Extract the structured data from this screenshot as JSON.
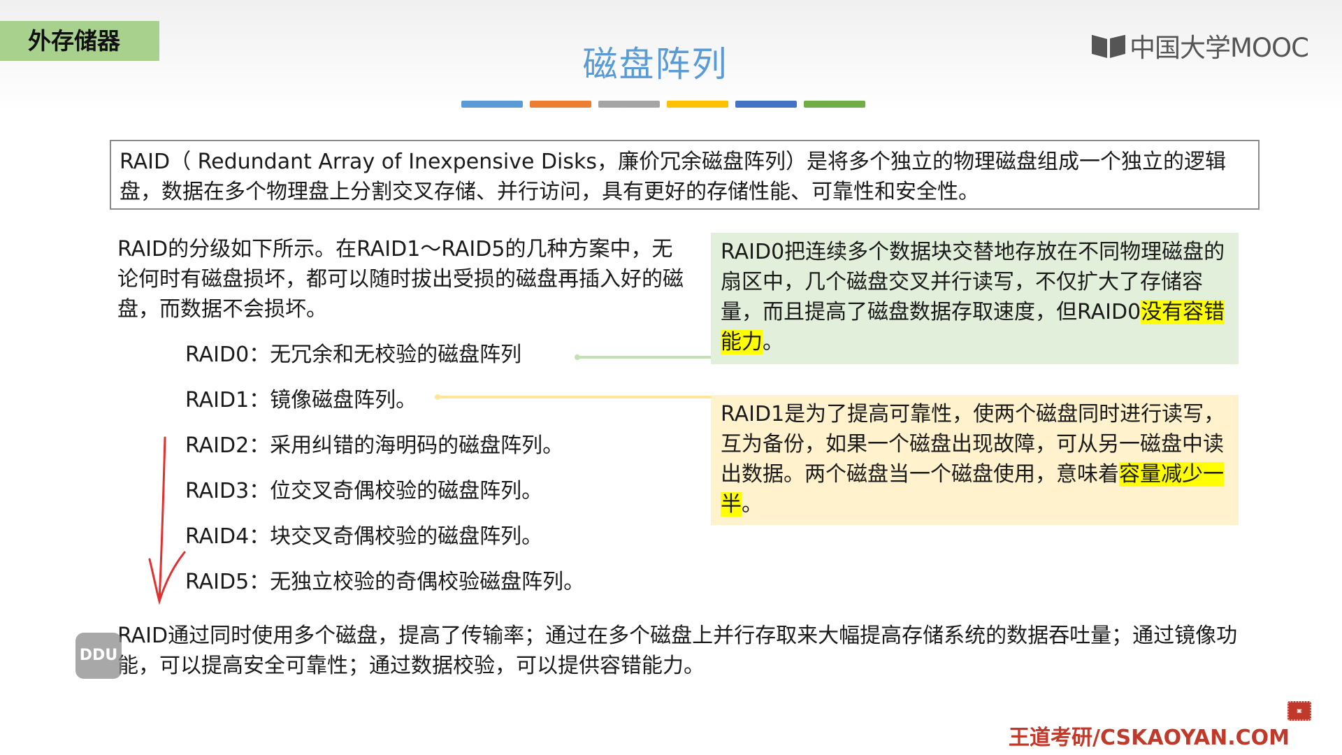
{
  "header": {
    "section_tag": "外存储器",
    "title": "磁盘阵列",
    "brand": "中国大学MOOC",
    "color_bars": [
      "#5b9bd5",
      "#ed7d31",
      "#a5a5a5",
      "#ffc000",
      "#4472c4",
      "#70ad47"
    ]
  },
  "definition": "RAID（ Redundant Array of Inexpensive Disks，廉价冗余磁盘阵列）是将多个独立的物理磁盘组成一个独立的逻辑盘，数据在多个物理盘上分割交叉存储、并行访问，具有更好的存储性能、可靠性和安全性。",
  "intro": "RAID的分级如下所示。在RAID1～RAID5的几种方案中，无论何时有磁盘损坏，都可以随时拔出受损的磁盘再插入好的磁盘，而数据不会损坏。",
  "levels": [
    "RAID0：无冗余和无校验的磁盘阵列",
    "RAID1：镜像磁盘阵列。",
    "RAID2：采用纠错的海明码的磁盘阵列。",
    "RAID3：位交叉奇偶校验的磁盘阵列。",
    "RAID4：块交叉奇偶校验的磁盘阵列。",
    "RAID5：无独立校验的奇偶校验磁盘阵列。"
  ],
  "note_raid0": {
    "text": "RAID0把连续多个数据块交替地存放在不同物理磁盘的扇区中，几个磁盘交叉并行读写，不仅扩大了存储容量，而且提高了磁盘数据存取速度，但RAID0",
    "highlight": "没有容错能力",
    "tail": "。"
  },
  "note_raid1": {
    "text": "RAID1是为了提高可靠性，使两个磁盘同时进行读写，互为备份，如果一个磁盘出现故障，可从另一磁盘中读出数据。两个磁盘当一个磁盘使用，意味着",
    "highlight": "容量减少一半",
    "tail": "。"
  },
  "summary": "RAID通过同时使用多个磁盘，提高了传输率；通过在多个磁盘上并行存取来大幅提高存储系统的数据吞吐量；通过镜像功能，可以提高安全可靠性；通过数据校验，可以提供容错能力。",
  "watermark": "DDU",
  "footer": "王道考研/CSKAOYAN.COM",
  "colors": {
    "title": "#5b9bd5",
    "tag_bg": "#a9d18e",
    "note_green_bg": "#e2efda",
    "note_yellow_bg": "#fff2cc",
    "highlight": "#ffff00",
    "footer": "#c0392b",
    "arrow": "#e03030"
  }
}
